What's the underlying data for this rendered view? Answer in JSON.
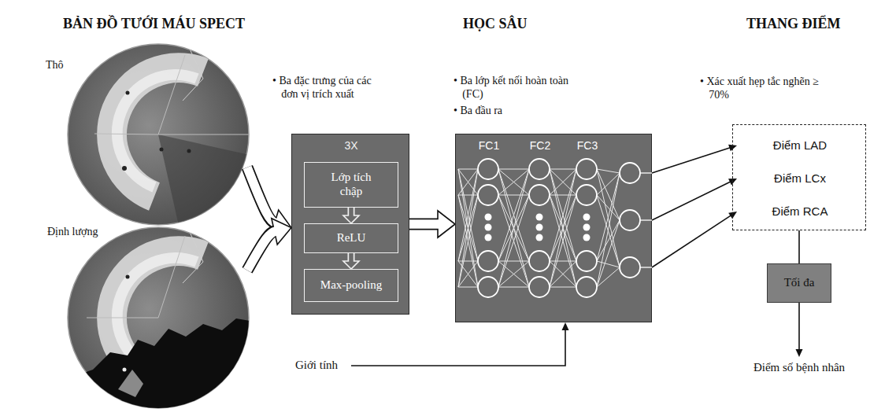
{
  "diagram": {
    "nodes": [
      {
        "text": [
          "Thô"
        ]
      },
      {
        "text": [
          "Định lượng"
        ]
      },
      {
        "text": [
          "• Ba đặc trưng của các đơn vị trích xuất",
          "3X"
        ]
      },
      {
        "text": [
          "Lớp tích chập"
        ],
        "in": 2
      },
      {
        "text": [
          "ReLU"
        ],
        "in": 2
      },
      {
        "text": [
          "Max-pooling"
        ],
        "in": 2
      },
      {
        "text": [
          "• Ba lớp kết nối hoàn toàn (FC)",
          "• Ba đầu ra",
          "FC1",
          "FC2",
          "FC3"
        ]
      },
      {
        "text": [
          "• Xác xuất hẹp tắc nghẽn ≥ 70%"
        ]
      },
      {
        "text": [
          "Điểm LAD"
        ],
        "in": 7
      },
      {
        "text": [
          "Điểm LCx"
        ],
        "in": 7
      },
      {
        "text": [
          "Điểm RCA"
        ],
        "in": 7
      },
      {
        "text": [
          "Tối đa"
        ]
      },
      {
        "text": [
          "Điểm số bệnh nhân"
        ]
      },
      {
        "text": [
          "Giới tính"
        ]
      }
    ],
    "edges": [
      {
        "from": 0,
        "to": 2,
        "arrow": "to"
      },
      {
        "from": 1,
        "to": 2,
        "arrow": "to"
      },
      {
        "from": 2,
        "to": 6,
        "arrow": "to"
      },
      {
        "from": 3,
        "to": 4,
        "arrow": "to"
      },
      {
        "from": 4,
        "to": 5,
        "arrow": "to"
      },
      {
        "from": 6,
        "to": 8,
        "arrow": "to"
      },
      {
        "from": 6,
        "to": 9,
        "arrow": "to"
      },
      {
        "from": 6,
        "to": 10,
        "arrow": "to"
      },
      {
        "from": 13,
        "to": 6,
        "arrow": "to"
      },
      {
        "from": 7,
        "to": 11,
        "arrow": "none"
      },
      {
        "from": 11,
        "to": 12,
        "arrow": "to"
      }
    ],
    "labels": [
      "BẢN ĐỒ TƯỚI MÁU SPECT",
      "HỌC SÂU",
      "THANG ĐIỂM"
    ]
  }
}
